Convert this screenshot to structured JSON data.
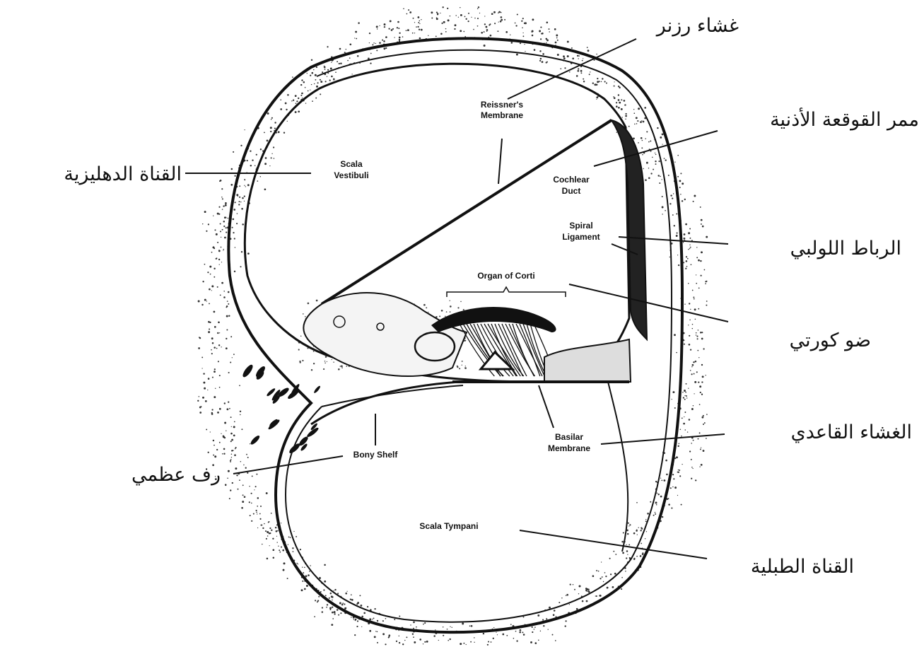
{
  "diagram": {
    "english_labels": {
      "reissners_membrane": [
        "Reissner's",
        "Membrane"
      ],
      "scala_vestibuli": [
        "Scala",
        "Vestibuli"
      ],
      "cochlear_duct": [
        "Cochlear",
        "Duct"
      ],
      "spiral_ligament": [
        "Spiral",
        "Ligament"
      ],
      "organ_of_corti": "Organ of Corti",
      "bony_shelf": "Bony Shelf",
      "basilar_membrane": [
        "Basilar",
        "Membrane"
      ],
      "scala_tympani": "Scala Tympani"
    },
    "arabic_labels": {
      "reissners_membrane": "غشاء رزنر",
      "cochlear_duct": "ممر القوقعة الأذنية",
      "scala_vestibuli": "القناة الدهليزية",
      "spiral_ligament": "الرباط اللولبي",
      "organ_of_corti": "ضو كورتي",
      "basilar_membrane": "الغشاء القاعدي",
      "bony_shelf": "رف عظمي",
      "scala_tympani": "القناة الطبلية"
    }
  }
}
